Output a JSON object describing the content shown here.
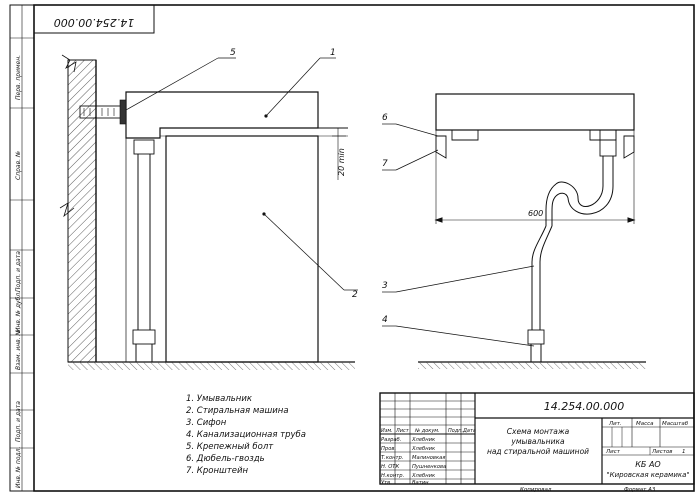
{
  "frame": {
    "top_code": "14.254.00.000",
    "side_cells": [
      "Перв. примен.",
      "Справ. №",
      "Подп. и дата",
      "Инв. № дубл.",
      "Взам. инв. №",
      "Подп. и дата",
      "Инв. № подл."
    ]
  },
  "leaders": {
    "l1": "1",
    "l2": "2",
    "l3": "3",
    "l4": "4",
    "l5": "5",
    "l6": "6",
    "l7": "7"
  },
  "dimensions": {
    "gap": "20 min",
    "width": "600"
  },
  "legend": [
    "1. Умывальник",
    "2. Стиральная машина",
    "3. Сифон",
    "4. Канализационная труба",
    "5. Крепежный болт",
    "6. Дюбель-гвоздь",
    "7. Кронштейн"
  ],
  "title_block": {
    "code": "14.254.00.000",
    "title_lines": [
      "Схема монтажа",
      "умывальника",
      "над стиральной машиной"
    ],
    "head_izm": "Изм.",
    "head_list": "Лист",
    "head_doc": "№ докум.",
    "head_sign": "Подп.",
    "head_date": "Дата",
    "roles": [
      {
        "role": "Разраб.",
        "name": "Хлебник"
      },
      {
        "role": "Пров.",
        "name": "Хлебник"
      },
      {
        "role": "Т.контр.",
        "name": "Малиновкая"
      },
      {
        "role": "Н. ОТК",
        "name": "Пушненкова"
      },
      {
        "role": "Н.контр.",
        "name": "Хлебник"
      },
      {
        "role": "Утв.",
        "name": "Ватин"
      }
    ],
    "lit": "Лит.",
    "massa": "Масса",
    "masshtab": "Масштаб",
    "list_label": "Лист",
    "listov_label": "Листов",
    "listov_value": "1",
    "org_line1": "КБ АО",
    "org_line2": "\"Кировская керамика\"",
    "copied": "Копировал",
    "format": "Формат   А3"
  }
}
